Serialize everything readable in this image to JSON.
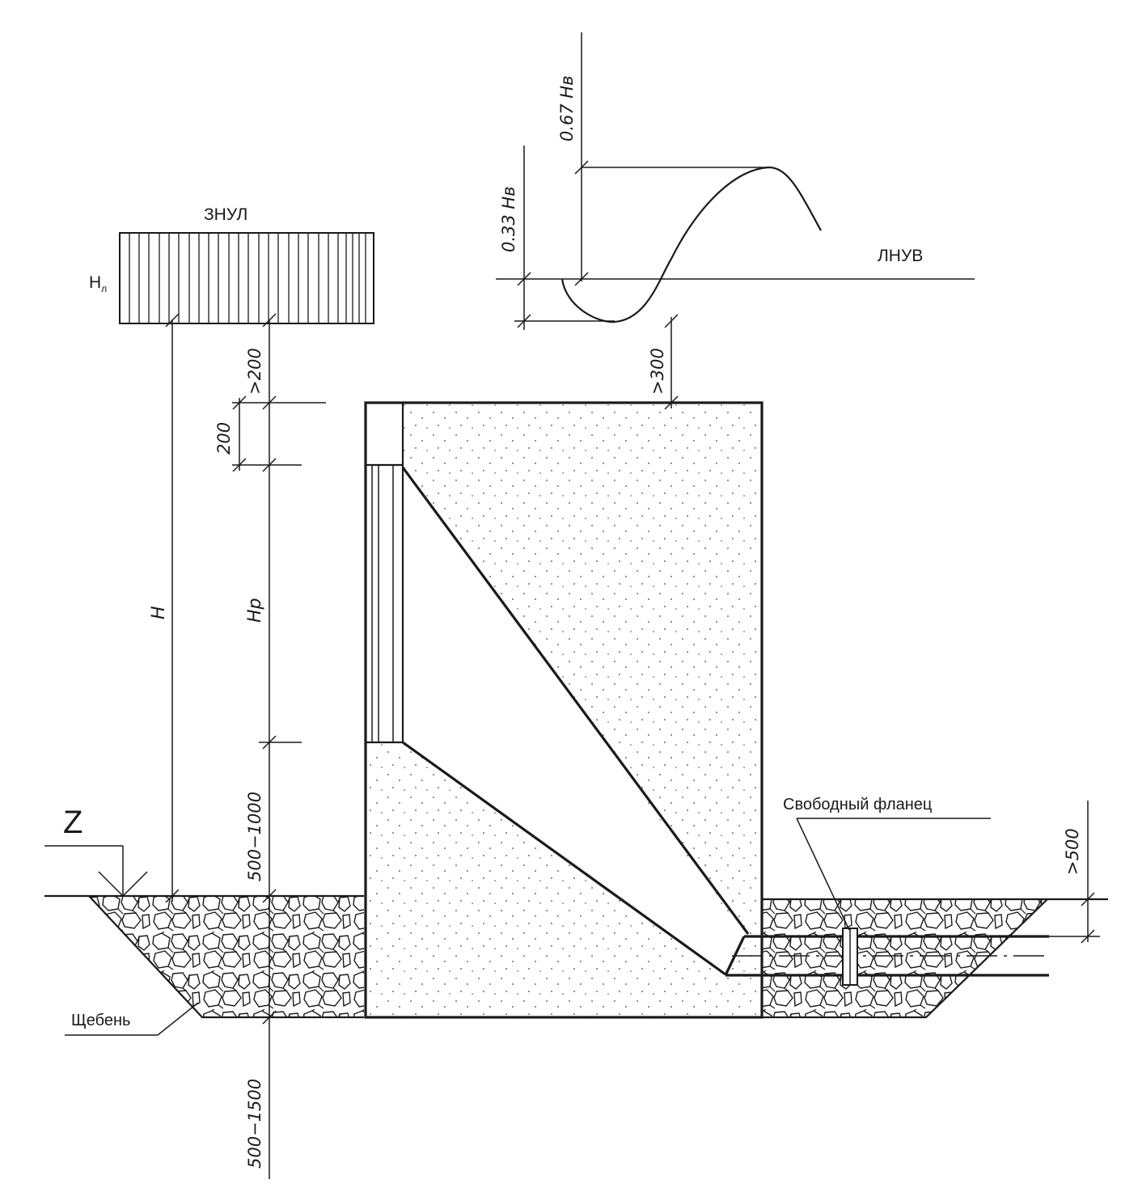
{
  "labels": {
    "znul": "ЗНУЛ",
    "h_ice": "Н",
    "h_ice_sub": "л",
    "lnuv": "ЛНУВ",
    "flange": "Свободный фланец",
    "gravel": "Щебень",
    "z": "Z"
  },
  "dims": {
    "h_total": "H",
    "h_r": "Hp",
    "gt200": ">200",
    "d200": "200",
    "d500_1000": "500−1000",
    "d500_1500": "500−1500",
    "gt300": ">300",
    "gt500": ">500",
    "wave_up": "0.67 Hв",
    "wave_down": "0.33 Hв"
  }
}
